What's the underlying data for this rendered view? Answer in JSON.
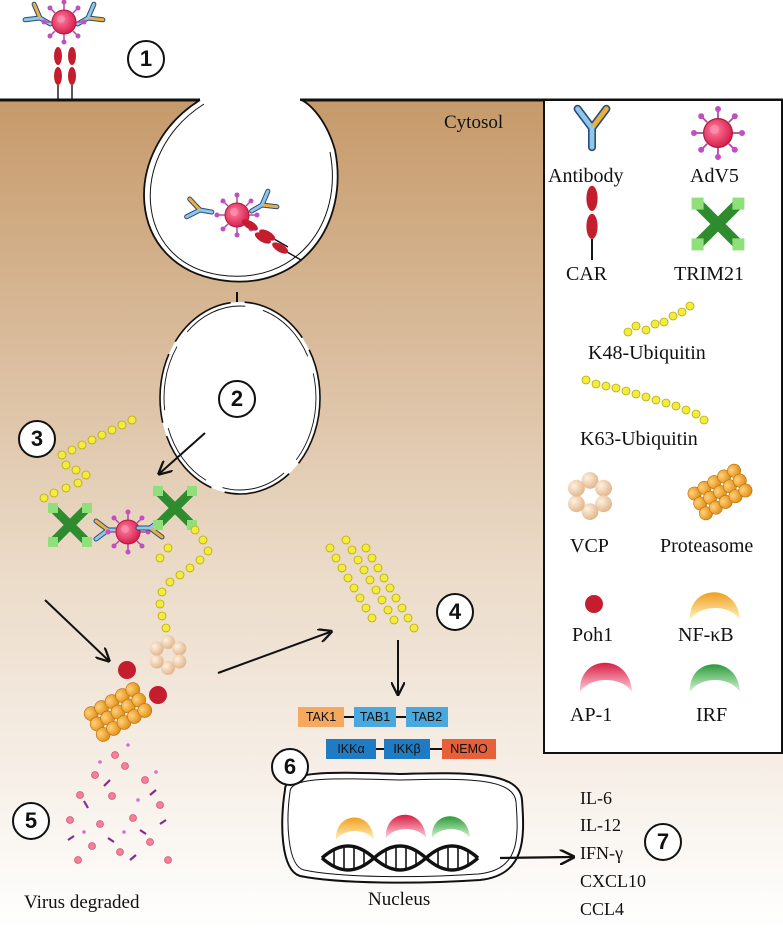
{
  "compartments": {
    "cytosol": "Cytosol",
    "nucleus": "Nucleus"
  },
  "steps": [
    "1",
    "2",
    "3",
    "4",
    "5",
    "6",
    "7"
  ],
  "legend": {
    "antibody": "Antibody",
    "adv5": "AdV5",
    "car": "CAR",
    "trim21": "TRIM21",
    "k48": "K48-Ubiquitin",
    "k63": "K63-Ubiquitin",
    "vcp": "VCP",
    "proteasome": "Proteasome",
    "poh1": "Poh1",
    "nfkb": "NF-κB",
    "ap1": "AP-1",
    "irf": "IRF"
  },
  "complex_row1": [
    "TAK1",
    "TAB1",
    "TAB2"
  ],
  "complex_row2": [
    "IKKα",
    "IKKβ",
    "NEMO"
  ],
  "cytokines": [
    "IL-6",
    "IL-12",
    "IFN-γ",
    "CXCL10",
    "CCL4"
  ],
  "virus_degraded_label": "Virus degraded",
  "colors": {
    "tak1": "#f4a860",
    "tab": "#4aa8dc",
    "ikk": "#1f7cc4",
    "nemo": "#e8603a",
    "ubiquitin": "#f2ec3c",
    "trim21": "#2e8b2e",
    "virus": "#e83c6a",
    "car": "#c41e2e"
  }
}
